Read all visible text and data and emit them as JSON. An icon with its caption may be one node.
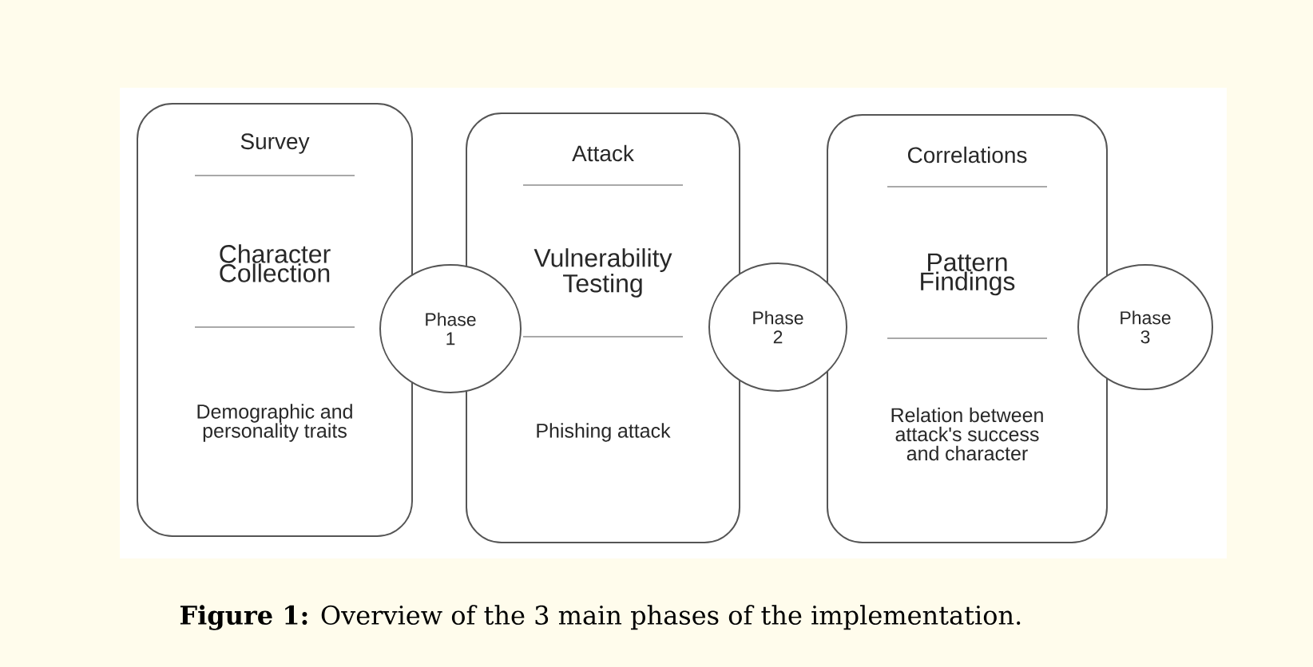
{
  "diagram": {
    "caption": "**Figure 1:** Overview of the 3 main phases of the implementation.",
    "nodes": [
      {
        "text": [
          "Survey",
          "Character Collection",
          "Demographic and personality traits"
        ]
      },
      {
        "text": [
          "Phase 1"
        ]
      },
      {
        "text": [
          "Attack",
          "Vulnerability Testing",
          "Phishing attack"
        ]
      },
      {
        "text": [
          "Phase 2"
        ]
      },
      {
        "text": [
          "Correlations",
          "Pattern Findings",
          "Relation between attack's success and character"
        ]
      },
      {
        "text": [
          "Phase 3"
        ]
      }
    ]
  }
}
